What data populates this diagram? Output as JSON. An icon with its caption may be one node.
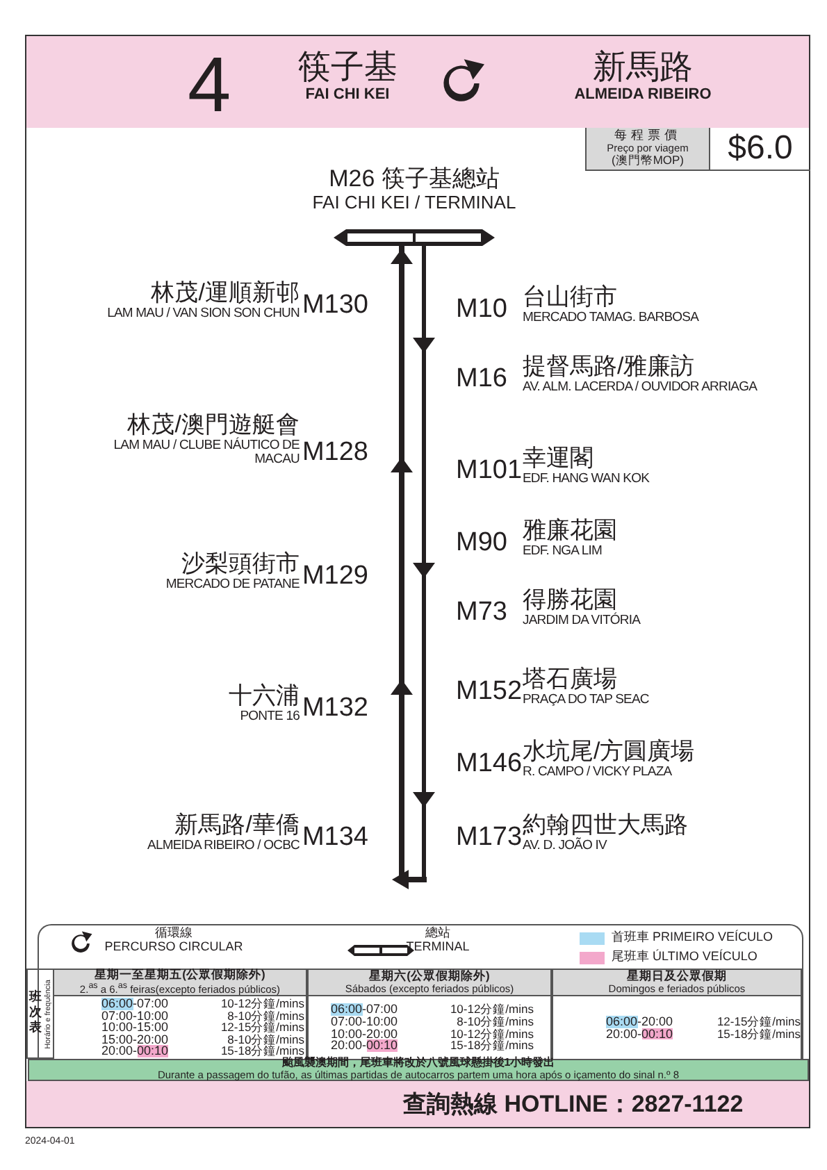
{
  "diagram": {
    "labels": [
      "4",
      "筷子基",
      "FAI CHI KEI",
      "新馬路",
      "ALMEIDA RIBEIRO",
      "每程票價",
      "Preço por viagem",
      "(澳門幣MOP)",
      "$6.0",
      "M26 筷子基總站",
      "FAI CHI KEI / TERMINAL",
      "林茂/運順新邨",
      "LAM MAU / VAN SION SON CHUN",
      "M130",
      "台山街市",
      "MERCADO TAMAG. BARBOSA",
      "M10",
      "提督馬路/雅廉訪",
      "AV. ALM. LACERDA / OUVIDOR ARRIAGA",
      "M16",
      "林茂/澳門遊艇會",
      "LAM MAU / CLUBE NÁUTICO DE MACAU",
      "M128",
      "幸運閣",
      "EDF. HANG WAN KOK",
      "M101",
      "雅廉花園",
      "EDF. NGA LIM",
      "M90",
      "沙梨頭街市",
      "MERCADO DE PATANE",
      "M129",
      "得勝花園",
      "JARDIM DA VITÓRIA",
      "M73",
      "十六浦",
      "PONTE 16",
      "M132",
      "塔石廣場",
      "PRAÇA DO TAP SEAC",
      "M152",
      "水坑尾/方圓廣場",
      "R. CAMPO / VICKY PLAZA",
      "M146",
      "新馬路/華僑",
      "ALMEIDA RIBEIRO / OCBC",
      "M134",
      "約翰四世大馬路",
      "AV. D. JOÃO IV",
      "M173",
      "循環線",
      "PERCURSO CIRCULAR",
      "總站",
      "TERMINAL",
      "班次表",
      "Horário e frequência",
      "星期一至星期五(公眾假期除外)",
      "2.$^{as}$ a 6.$^{as}$ feiras(excepto feriados públicos)",
      "星期六(公眾假期除外)",
      "Sábados (excepto feriados públicos)",
      "星期日及公眾假期",
      "Domingos e feriados públicos",
      "06:00",
      "-07:00",
      "10-12分鐘/mins",
      "07:00-10:00",
      "8-10分鐘/mins",
      "10:00-15:00",
      "12-15分鐘/mins",
      "15:00-20:00",
      "8-10分鐘/mins",
      "20:00-",
      "00:10",
      "15-18分鐘/mins",
      "06:00",
      "-07:00",
      "10-12分鐘/mins",
      "07:00-10:00",
      "8-10分鐘/mins",
      "10:00-20:00",
      "10-12分鐘/mins",
      "20:00-",
      "00:10",
      "15-18分鐘/mins",
      "06:00",
      "-20:00",
      "12-15分鐘/mins",
      "20:00-",
      "00:10",
      "15-18分鐘/mins",
      "查詢熱線 HOTLINE：2827-1122",
      "2024-04-01"
    ],
    "nodes": [
      {
        "text": [
          "颱風襲澳期間，尾班車將改於八號風球懸掛後1小時發出",
          "Durante a passagem do tufão, as últimas partidas de autocarros partem uma hora após o içamento do sinal n.º 8"
        ]
      }
    ],
    "legend": [
      {
        "text": "首班車 PRIMEIRO VEÍCULO",
        "color": "#a9dbf3"
      },
      {
        "text": "尾班車 ÚLTIMO VEÍCULO",
        "color": "#f3a8cb"
      }
    ]
  }
}
